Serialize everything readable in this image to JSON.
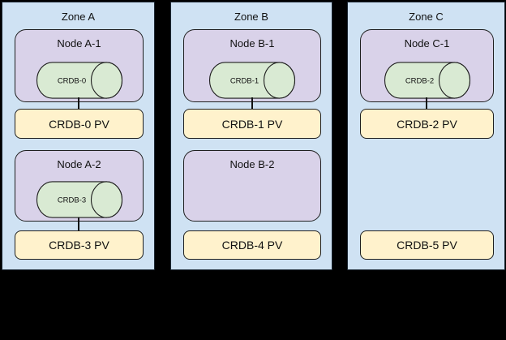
{
  "zones": [
    {
      "title": "Zone A",
      "nodes": [
        {
          "title": "Node A-1",
          "pod": "CRDB-0"
        },
        {
          "title": "Node A-2",
          "pod": "CRDB-3"
        }
      ],
      "pvs": [
        "CRDB-0 PV",
        "CRDB-3 PV"
      ]
    },
    {
      "title": "Zone B",
      "nodes": [
        {
          "title": "Node B-1",
          "pod": "CRDB-1"
        },
        {
          "title": "Node B-2"
        }
      ],
      "pvs": [
        "CRDB-1 PV",
        "CRDB-4 PV"
      ]
    },
    {
      "title": "Zone C",
      "nodes": [
        {
          "title": "Node C-1",
          "pod": "CRDB-2"
        }
      ],
      "pvs": [
        "CRDB-2 PV",
        "CRDB-5 PV"
      ]
    }
  ],
  "colors": {
    "zone_fill": "#cfe2f3",
    "node_fill": "#d9d2e9",
    "pod_fill": "#d9ead3",
    "pv_fill": "#fff2cc",
    "outline": "#1f1f1f",
    "canvas_background": "#000000"
  }
}
